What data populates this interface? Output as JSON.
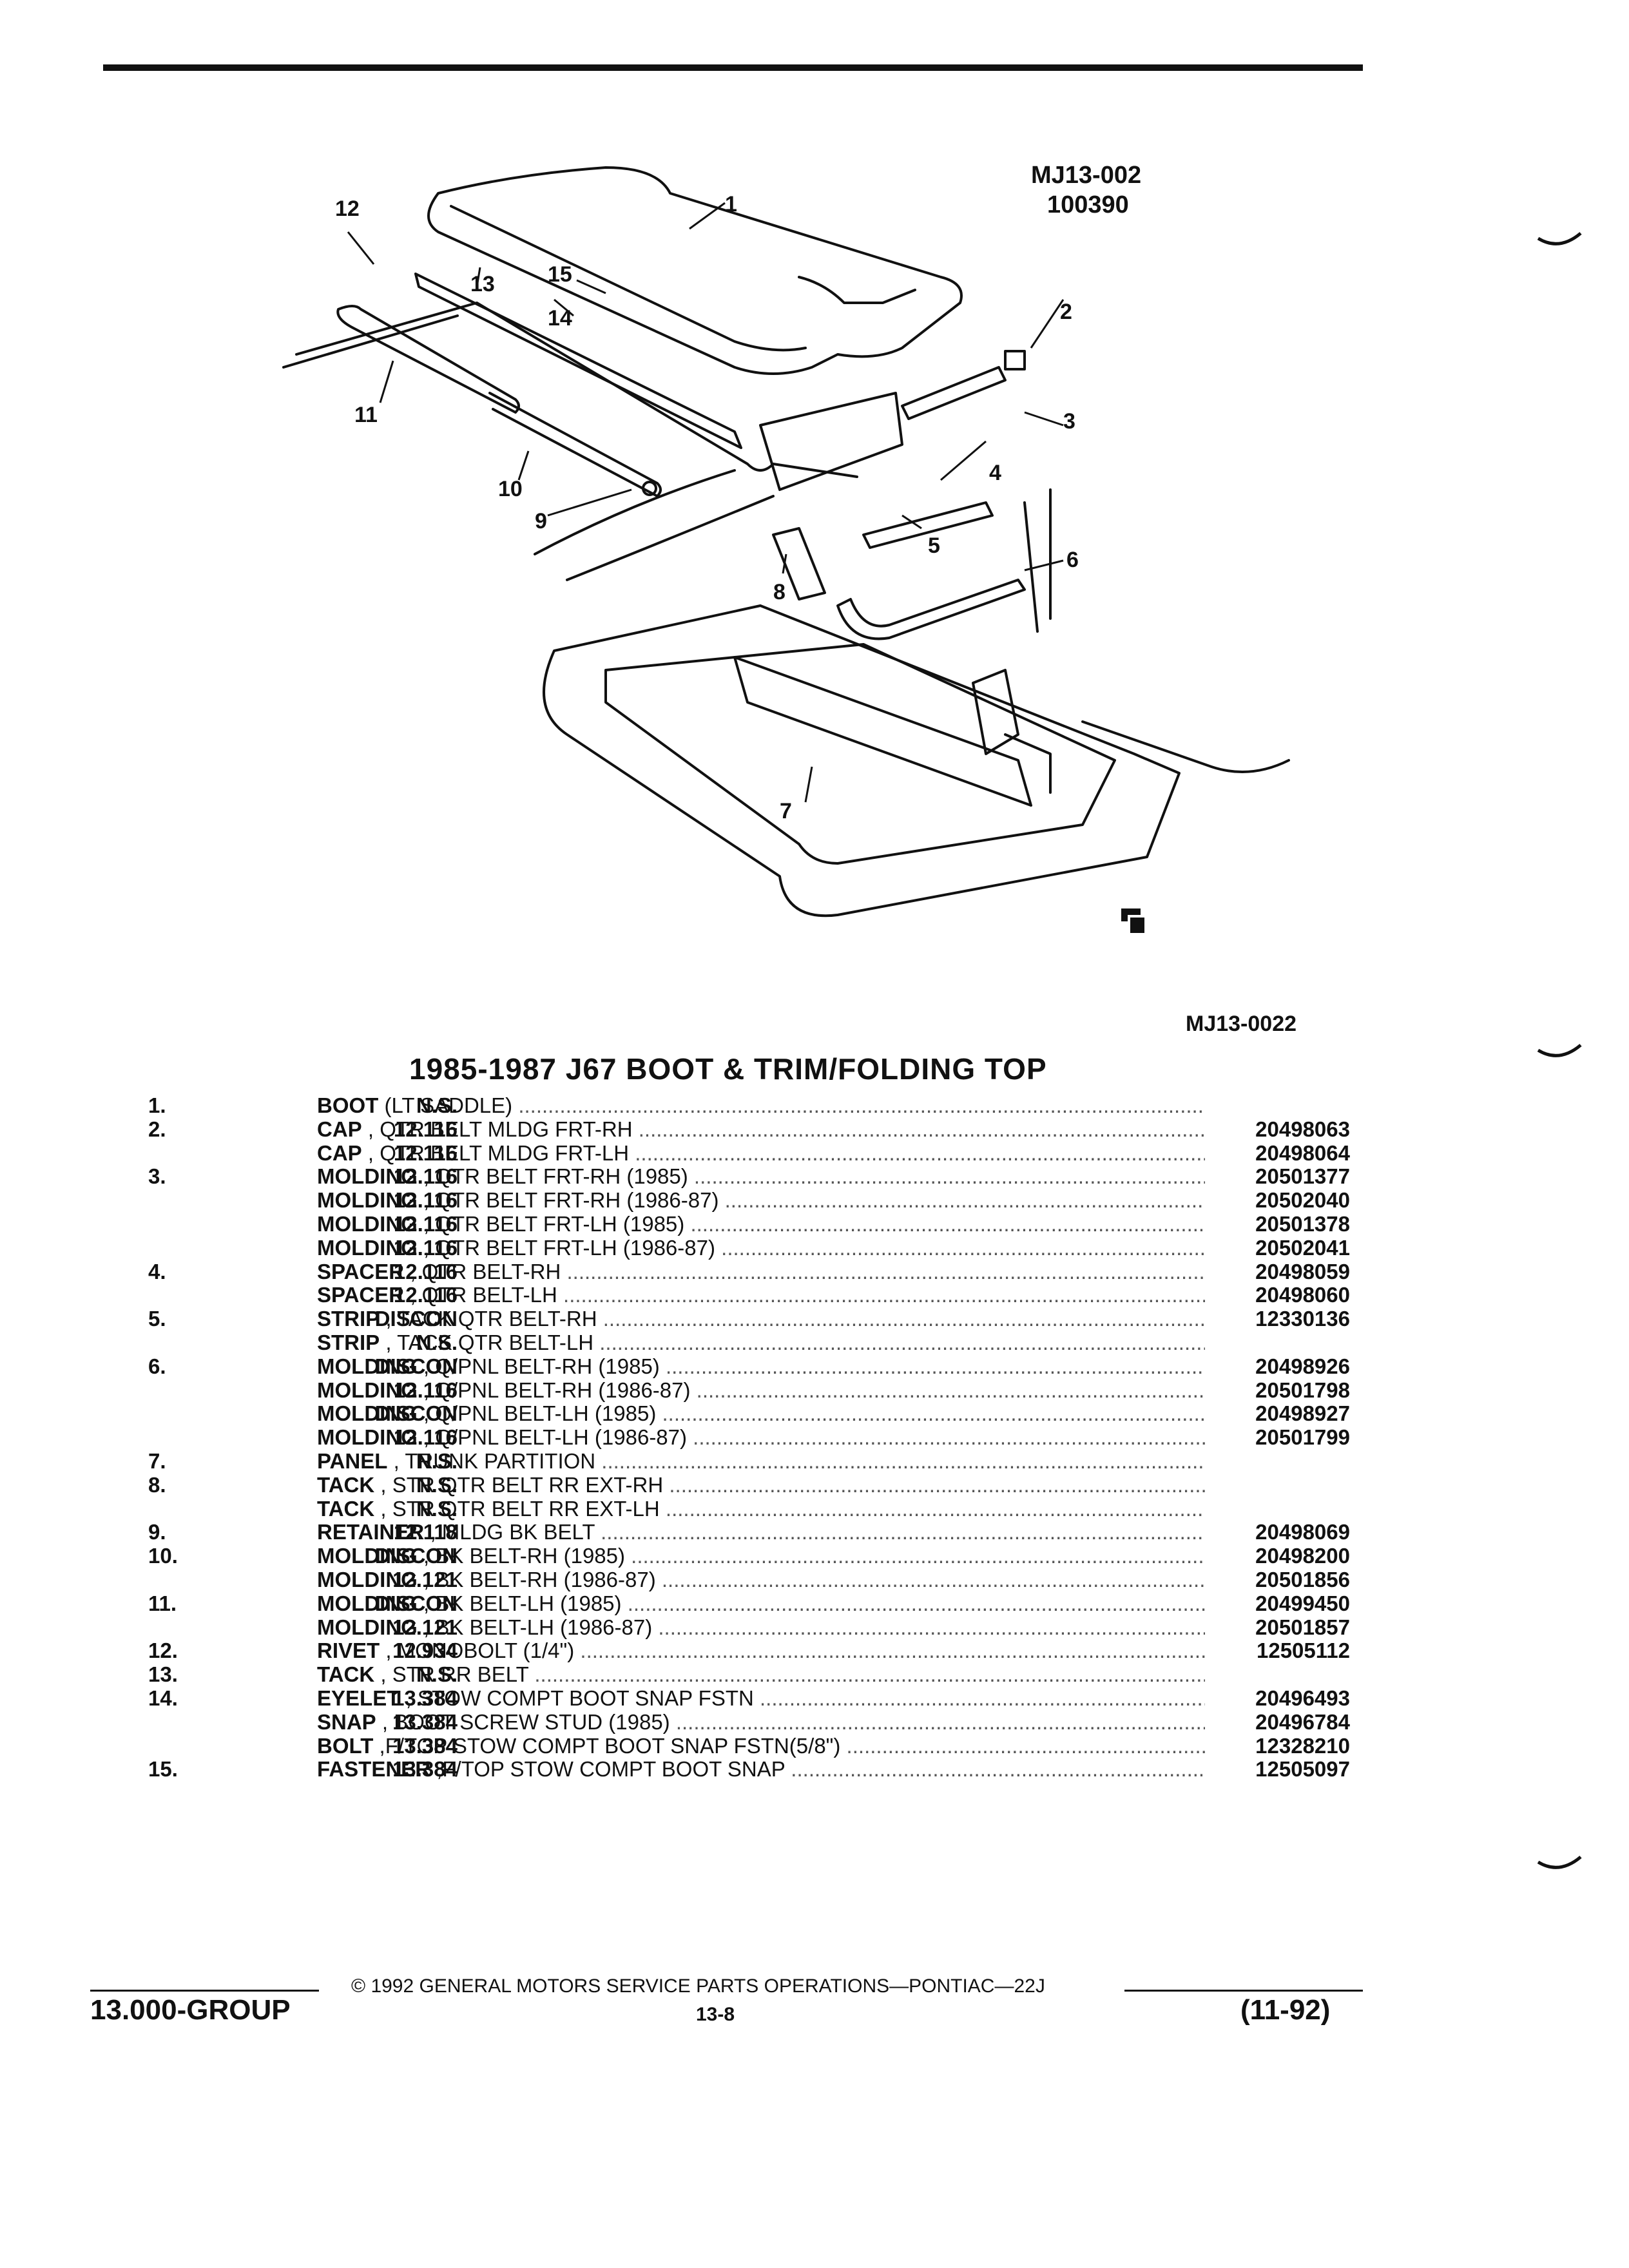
{
  "header": {
    "ref_code": "MJ13-002",
    "ref_date": "100390"
  },
  "diagram": {
    "callouts": [
      "1",
      "2",
      "3",
      "4",
      "5",
      "6",
      "7",
      "8",
      "9",
      "10",
      "11",
      "12",
      "13",
      "14",
      "15"
    ],
    "logo": "GM service parts logo",
    "code": "MJ13-0022"
  },
  "title": "1985-1987 J67 BOOT & TRIM/FOLDING TOP",
  "parts": [
    {
      "item": "1.",
      "group": "N.S.",
      "name": "BOOT",
      "desc": " (LT SADDLE)",
      "part": ""
    },
    {
      "item": "2.",
      "group": "12.116",
      "name": "CAP",
      "desc": " , QTR BELT MLDG FRT-RH",
      "part": "20498063"
    },
    {
      "item": "",
      "group": "12.116",
      "name": "CAP",
      "desc": " , QTR BELT MLDG FRT-LH",
      "part": "20498064"
    },
    {
      "item": "3.",
      "group": "12.116",
      "name": "MOLDING",
      "desc": " , QTR BELT FRT-RH (1985)",
      "part": "20501377"
    },
    {
      "item": "",
      "group": "12.116",
      "name": "MOLDING",
      "desc": " , QTR BELT FRT-RH (1986-87)",
      "part": "20502040"
    },
    {
      "item": "",
      "group": "12.116",
      "name": "MOLDING",
      "desc": " , QTR BELT FRT-LH (1985)",
      "part": "20501378"
    },
    {
      "item": "",
      "group": "12.116",
      "name": "MOLDING",
      "desc": " , QTR BELT FRT-LH (1986-87)",
      "part": "20502041"
    },
    {
      "item": "4.",
      "group": "12.116",
      "name": "SPACER",
      "desc": " , QTR BELT-RH",
      "part": "20498059"
    },
    {
      "item": "",
      "group": "12.116",
      "name": "SPACER",
      "desc": " , QTR BELT-LH",
      "part": "20498060"
    },
    {
      "item": "5.",
      "group": "DISCON",
      "name": "STRIP",
      "desc": " , TACK QTR BELT-RH",
      "part": "12330136"
    },
    {
      "item": "",
      "group": "N.S.",
      "name": "STRIP",
      "desc": " , TACK QTR BELT-LH",
      "part": ""
    },
    {
      "item": "6.",
      "group": "DISCON",
      "name": "MOLDING",
      "desc": " , Q/PNL BELT-RH (1985)",
      "part": "20498926"
    },
    {
      "item": "",
      "group": "12.116",
      "name": "MOLDING",
      "desc": " , Q/PNL BELT-RH (1986-87)",
      "part": "20501798"
    },
    {
      "item": "",
      "group": "DISCON",
      "name": "MOLDING",
      "desc": " , Q/PNL BELT-LH (1985)",
      "part": "20498927"
    },
    {
      "item": "",
      "group": "12.116",
      "name": "MOLDING",
      "desc": " , Q/PNL BELT-LH (1986-87)",
      "part": "20501799"
    },
    {
      "item": "7.",
      "group": "N.S.",
      "name": "PANEL",
      "desc": " , TRUNK PARTITION",
      "part": ""
    },
    {
      "item": "8.",
      "group": "N.S.",
      "name": "TACK",
      "desc": " , STR QTR BELT RR EXT-RH",
      "part": ""
    },
    {
      "item": "",
      "group": "N.S.",
      "name": "TACK",
      "desc": " , STR QTR BELT RR EXT-LH",
      "part": ""
    },
    {
      "item": "9.",
      "group": "12.118",
      "name": "RETAINER",
      "desc": " , MLDG BK BELT",
      "part": "20498069"
    },
    {
      "item": "10.",
      "group": "DISCON",
      "name": "MOLDING",
      "desc": " , BK BELT-RH (1985)",
      "part": "20498200"
    },
    {
      "item": "",
      "group": "12.121",
      "name": "MOLDING",
      "desc": " , BK BELT-RH (1986-87)",
      "part": "20501856"
    },
    {
      "item": "11.",
      "group": "DISCON",
      "name": "MOLDING",
      "desc": " , BK BELT-LH (1985)",
      "part": "20499450"
    },
    {
      "item": "",
      "group": "12.121",
      "name": "MOLDING",
      "desc": " , BK BELT-LH (1986-87)",
      "part": "20501857"
    },
    {
      "item": "12.",
      "group": "12.934",
      "name": "RIVET",
      "desc": " , MONOBOLT (1/4\")",
      "part": "12505112"
    },
    {
      "item": "13.",
      "group": "N.S.",
      "name": "TACK",
      "desc": " , STR RR BELT",
      "part": ""
    },
    {
      "item": "14.",
      "group": "13.384",
      "name": "EYELET",
      "desc": " , STOW COMPT BOOT SNAP FSTN",
      "part": "20496493"
    },
    {
      "item": "",
      "group": "13.384",
      "name": "SNAP",
      "desc": " , BOOT SCREW STUD (1985)",
      "part": "20496784"
    },
    {
      "item": "",
      "group": "13.384",
      "name": "BOLT",
      "desc": " ,F/TOP STOW COMPT BOOT SNAP FSTN(5/8\")",
      "part": "12328210"
    },
    {
      "item": "15.",
      "group": "13.384",
      "name": "FASTENER",
      "desc": " ,F/TOP STOW COMPT BOOT SNAP",
      "part": "12505097"
    }
  ],
  "footer": {
    "copyright": "© 1992 GENERAL MOTORS SERVICE PARTS OPERATIONS—PONTIAC—22J",
    "group": "13.000-GROUP",
    "page": "13-8",
    "date": "(11-92)"
  }
}
